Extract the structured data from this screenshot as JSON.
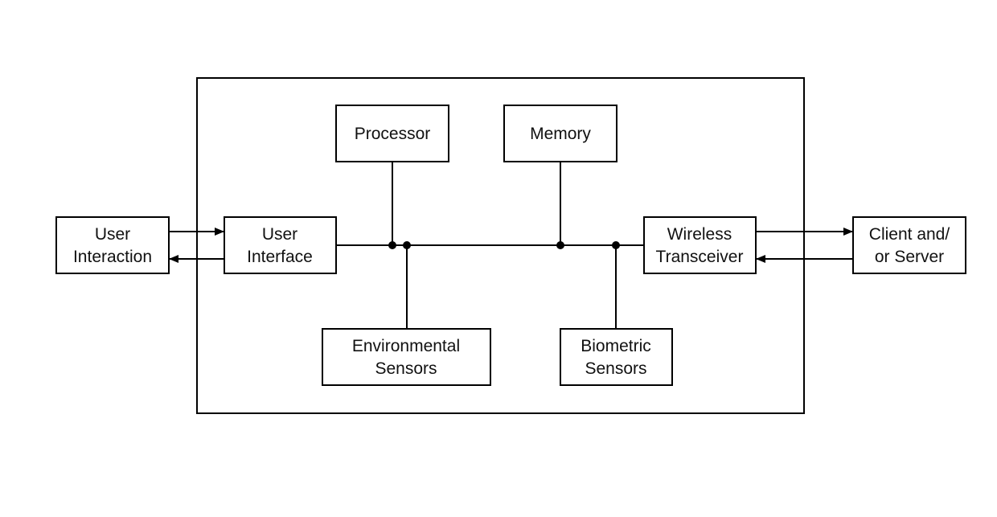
{
  "blocks": {
    "processor": {
      "line1": "Processor"
    },
    "memory": {
      "line1": "Memory"
    },
    "user_interaction": {
      "line1": "User",
      "line2": "Interaction"
    },
    "user_interface": {
      "line1": "User",
      "line2": "Interface"
    },
    "wireless_transceiver": {
      "line1": "Wireless",
      "line2": "Transceiver"
    },
    "client_server": {
      "line1": "Client and/",
      "line2": "or Server"
    },
    "environmental_sensors": {
      "line1": "Environmental",
      "line2": "Sensors"
    },
    "biometric_sensors": {
      "line1": "Biometric",
      "line2": "Sensors"
    }
  }
}
